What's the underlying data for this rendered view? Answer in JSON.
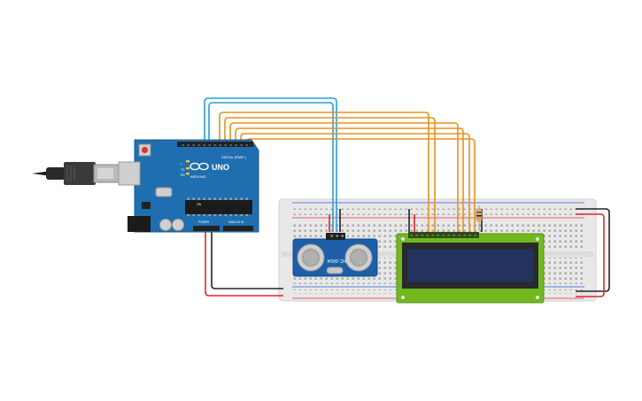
{
  "arduino": {
    "brand": "ARDUINO",
    "model": "UNO",
    "digital_label": "DIGITAL (PWM~)",
    "power_label": "POWER",
    "analog_label": "ANALOG IN",
    "tx_label": "TX",
    "rx_label": "RX",
    "l_label": "L",
    "on_label": "ON"
  },
  "sensor": {
    "label": "HC-SR04"
  },
  "colors": {
    "board_blue": "#1f6fb0",
    "wire_orange": "#e8911e",
    "wire_blue": "#2a9fd8",
    "wire_red": "#e02424",
    "wire_black": "#222222",
    "breadboard": "#e6e6e6",
    "lcd_green": "#70b81e",
    "lcd_screen": "#24325e"
  },
  "icons": {
    "usb": "usb-cable-icon",
    "logo": "arduino-infinity-logo-icon",
    "reset": "reset-button-icon"
  }
}
